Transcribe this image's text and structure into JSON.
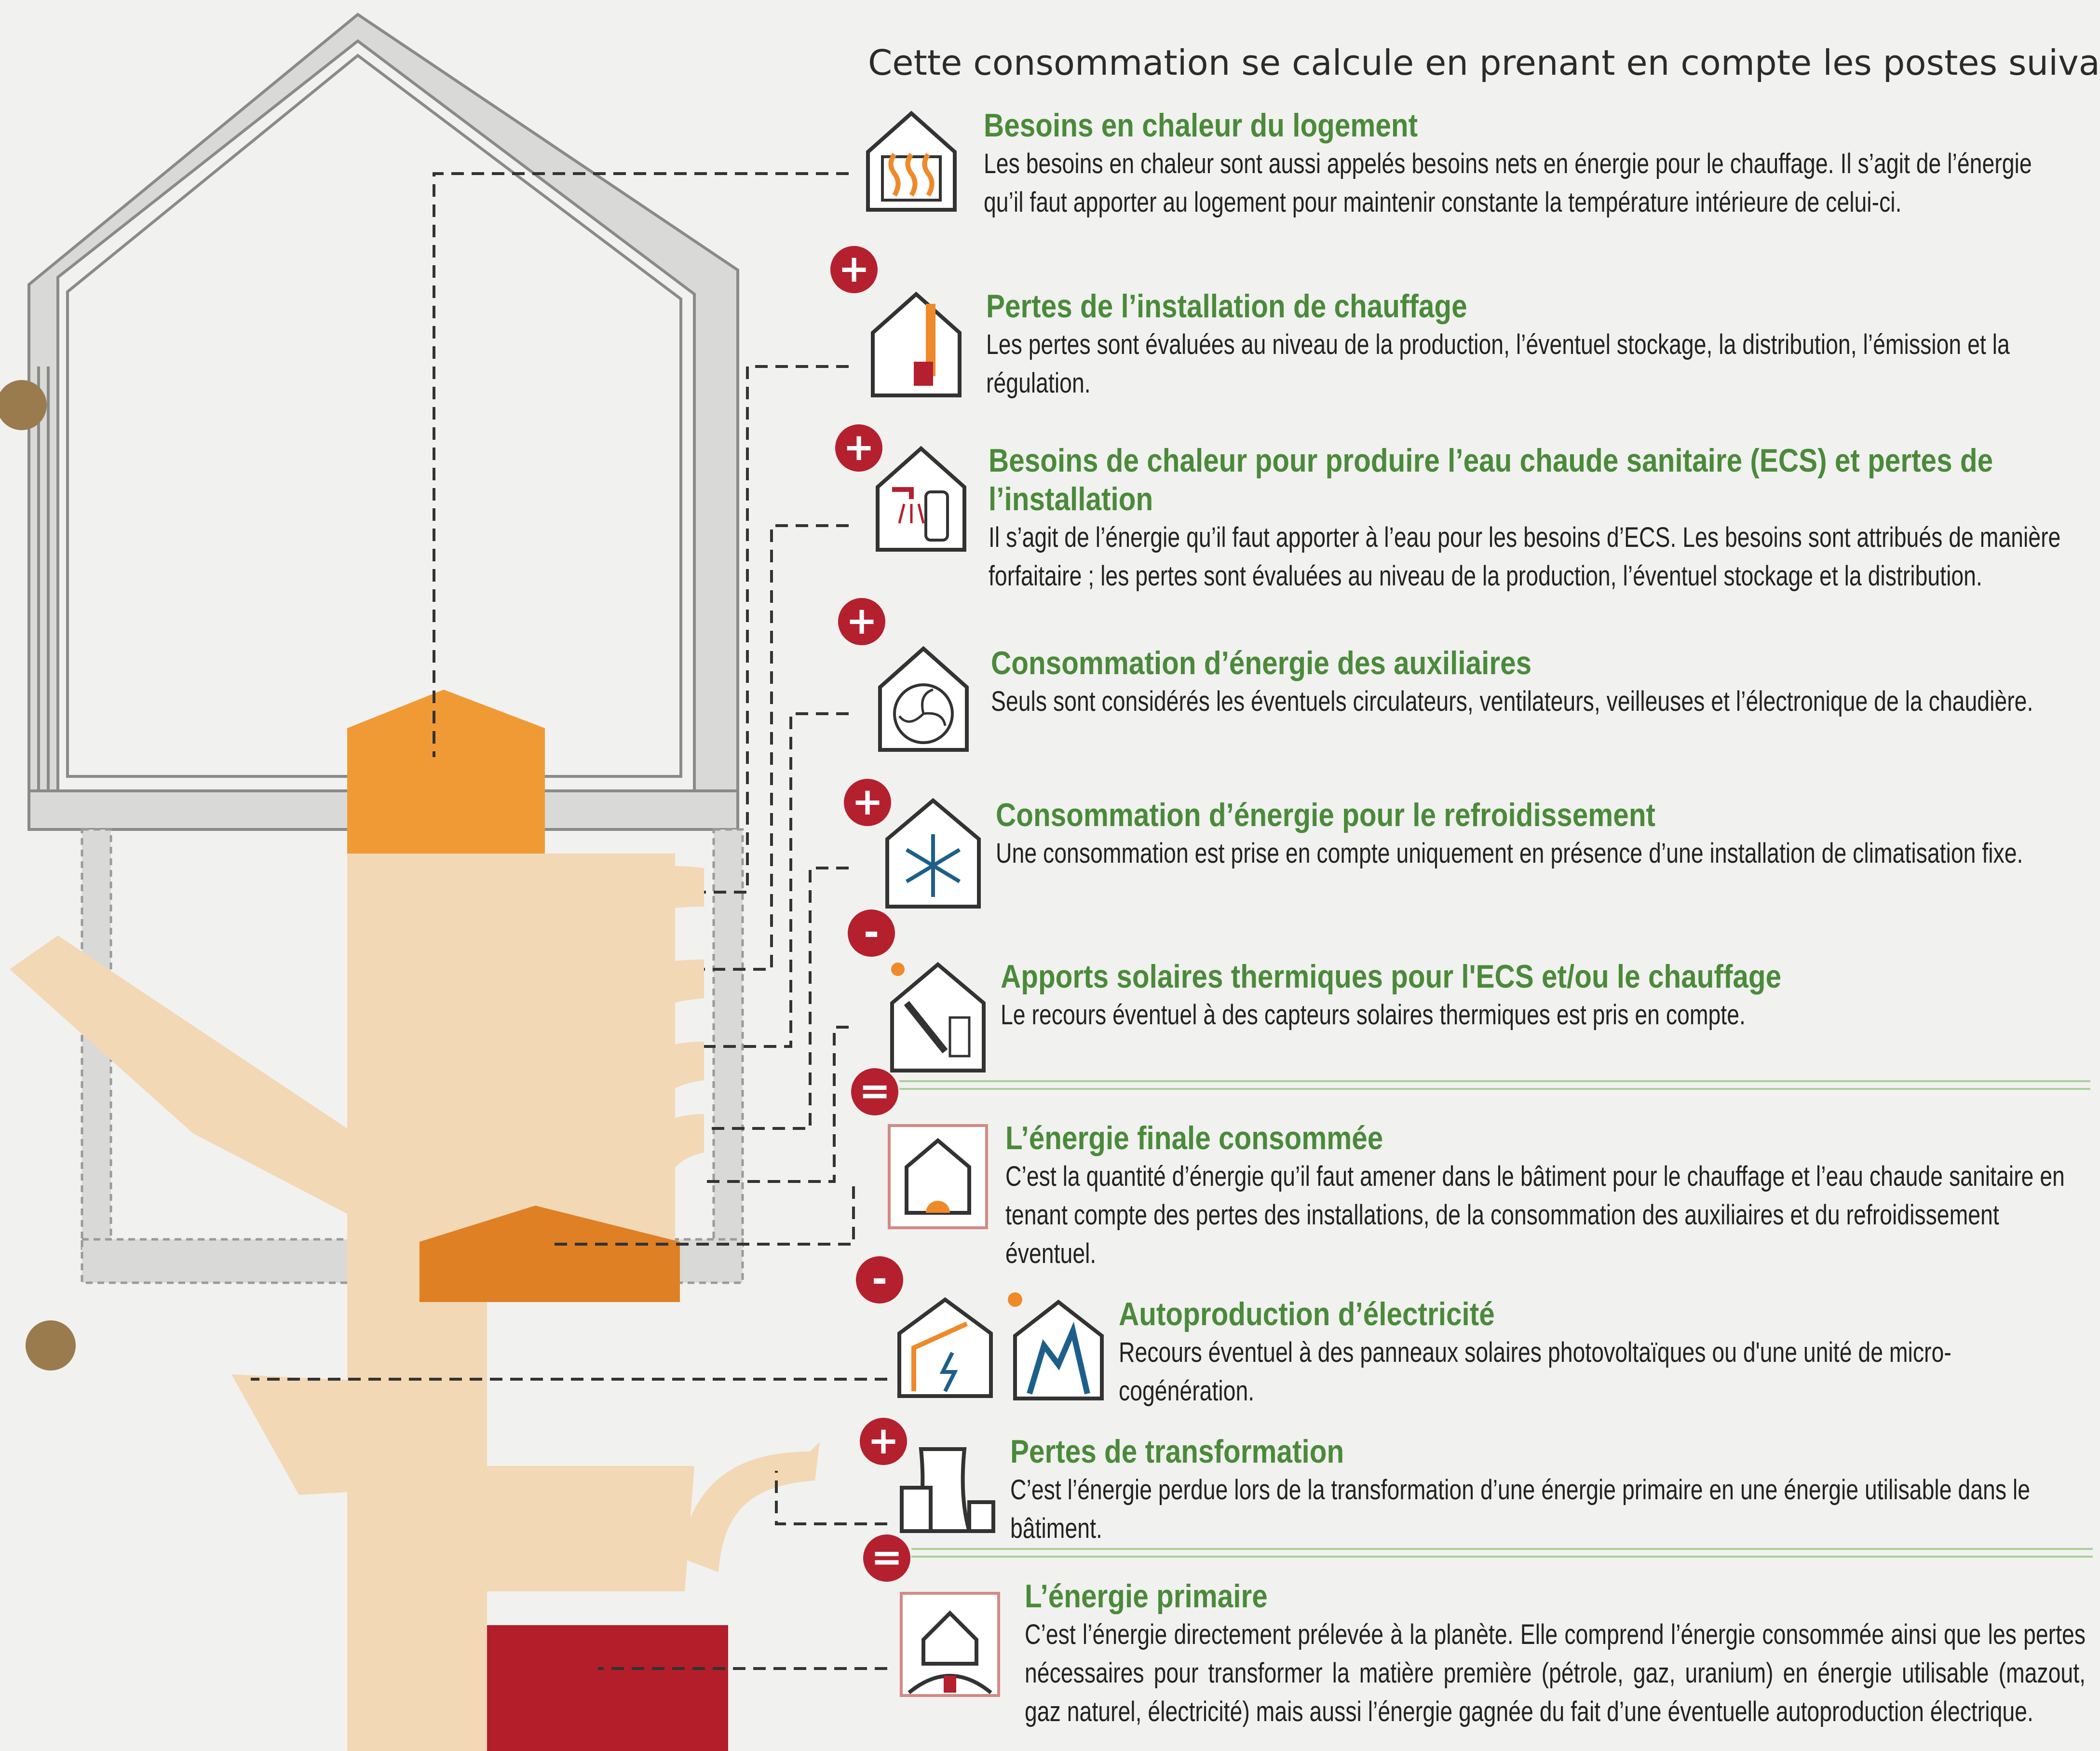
{
  "intro": "Cette consommation se calcule en prenant en compte les postes suivants :",
  "items": [
    {
      "title": "Besoins en chaleur du logement",
      "desc": "Les besoins en chaleur sont aussi appelés besoins nets en énergie pour le chauffage. Il s’agit de l’énergie qu’il faut apporter au logement pour maintenir constante la température intérieure de celui-ci."
    },
    {
      "title": "Pertes de l’installation de chauffage",
      "desc": "Les pertes sont évaluées au niveau de la production, l’éventuel stockage, la distribution, l’émission et la régulation."
    },
    {
      "title": "Besoins de chaleur pour produire l’eau chaude sanitaire (ECS) et pertes de l’installation",
      "desc": "Il s’agit de l’énergie qu’il faut apporter à l’eau pour les besoins d’ECS. Les besoins sont attribués de manière forfaitaire ; les pertes sont évaluées au niveau de la production, l’éventuel stockage et la distribution."
    },
    {
      "title": "Consommation d’énergie des auxiliaires",
      "desc": "Seuls sont considérés les éventuels circulateurs, ventilateurs, veilleuses et l’électronique de la chaudière."
    },
    {
      "title": "Consommation d’énergie pour le refroidissement",
      "desc": "Une consommation est prise en compte uniquement en présence d’une installation de climatisation fixe."
    },
    {
      "title": "Apports solaires thermiques pour l'ECS et/ou le chauffage",
      "desc": "Le recours éventuel à des capteurs solaires thermiques est pris en compte."
    },
    {
      "title": "L’énergie finale consommée",
      "desc": "C’est la quantité d’énergie qu’il faut amener dans le bâtiment pour le chauffage et l’eau chaude sanitaire en tenant compte des pertes des installations, de la consommation des auxiliaires et du refroidissement éventuel."
    },
    {
      "title": "Autoproduction d’électricité",
      "desc": "Recours éventuel à des panneaux solaires photovoltaïques ou d'une unité de micro-cogénération."
    },
    {
      "title": "Pertes de transformation",
      "desc": "C’est l’énergie perdue lors de la transformation d’une énergie primaire en une énergie utilisable dans le bâtiment."
    },
    {
      "title": "L’énergie primaire",
      "desc": "C’est l’énergie directement prélevée à la planète. Elle comprend l’énergie consommée ainsi que les pertes nécessaires pour transformer la matière première (pétrole, gaz, uranium) en énergie utilisable (mazout, gaz naturel, électricité) mais aussi l’énergie gagnée du fait d’une éventuelle autoproduction électrique."
    }
  ],
  "operators": [
    "+",
    "+",
    "+",
    "+",
    "-",
    "=",
    "-",
    "+",
    "="
  ],
  "icons": [
    "heat-waves-icon",
    "heating-boiler-icon",
    "hot-water-tank-icon",
    "fan-icon",
    "snowflake-icon",
    "solar-collector-icon",
    "house-energy-icon",
    "photovoltaic-icon",
    "power-plant-icon",
    "planet-house-icon"
  ],
  "colors": {
    "title_green": "#4a8a3a",
    "operator_red": "#b5202e",
    "flow_beige": "#f2d8b4",
    "flow_orange": "#f09a35",
    "flow_dark_orange": "#df8024",
    "flow_red": "#b41e2b",
    "house_grey": "#d9d9d7"
  }
}
